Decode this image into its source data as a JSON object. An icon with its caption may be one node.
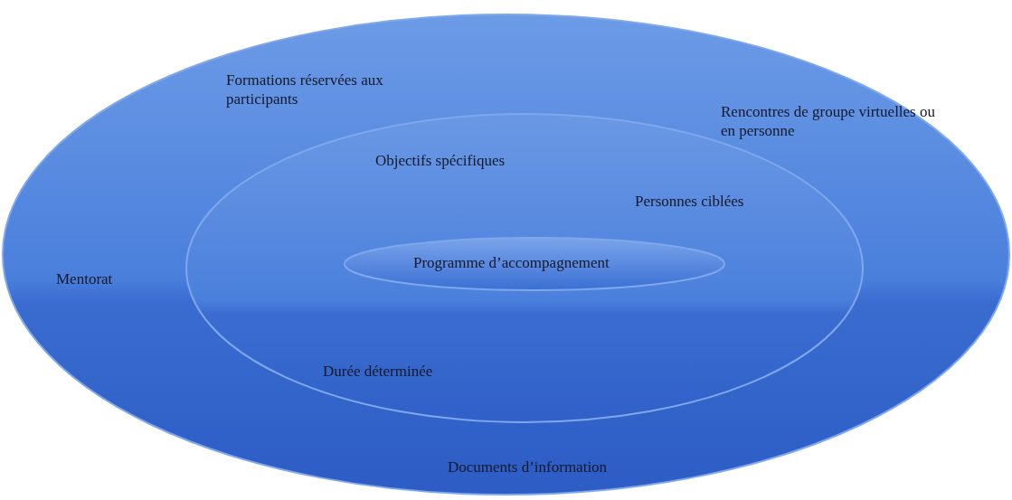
{
  "diagram": {
    "nodes": [
      {
        "text": [
          "Formations réservées aux participants",
          "Rencontres de groupe virtuelles ou en personne",
          "Mentorat",
          "Documents d’information"
        ]
      },
      {
        "text": [
          "Objectifs spécifiques",
          "Personnes ciblées",
          "Durée déterminée"
        ],
        "in": 0
      },
      {
        "text": [
          "Programme d’accompagnement"
        ],
        "in": 1
      }
    ],
    "edges": []
  }
}
